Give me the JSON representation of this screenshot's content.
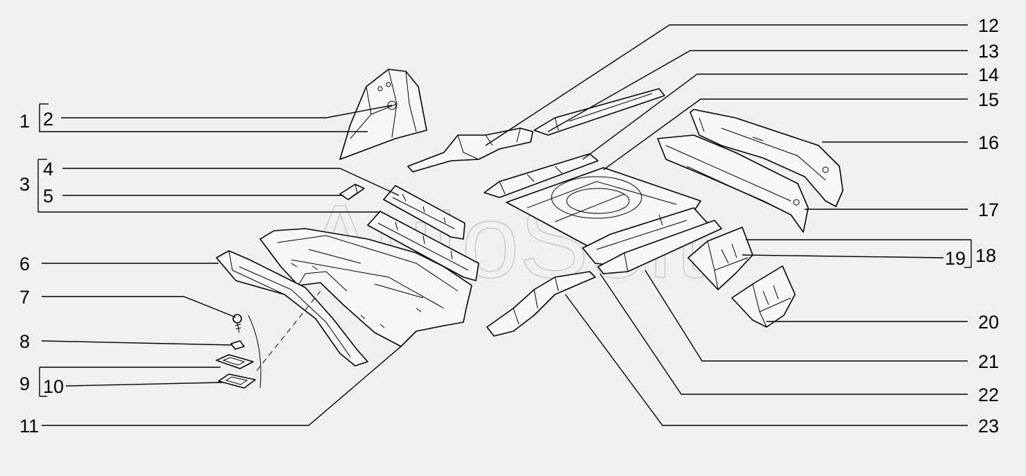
{
  "watermark": "AutoSoft",
  "labels": {
    "l1": "1",
    "l2": "2",
    "l3": "3",
    "l4": "4",
    "l5": "5",
    "l6": "6",
    "l7": "7",
    "l8": "8",
    "l9": "9",
    "l10": "10",
    "l11": "11",
    "l12": "12",
    "l13": "13",
    "l14": "14",
    "l15": "15",
    "l16": "16",
    "l17": "17",
    "l18": "18",
    "l19": "19",
    "l20": "20",
    "l21": "21",
    "l22": "22",
    "l23": "23"
  }
}
